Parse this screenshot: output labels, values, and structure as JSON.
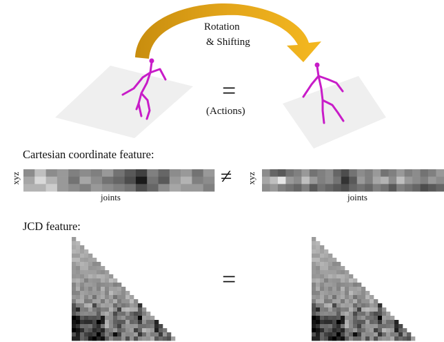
{
  "top": {
    "transform_label_1": "Rotation",
    "transform_label_2": "& Shifting",
    "equals": "=",
    "actions_label": "(Actions)"
  },
  "cartesian": {
    "title": "Cartesian coordinate feature:",
    "row_label": "xyz",
    "col_label": "joints",
    "not_equal": "≠",
    "strip_left": [
      [
        0.55,
        0.75,
        0.55,
        0.6,
        0.5,
        0.55,
        0.5,
        0.6,
        0.45,
        0.35,
        0.25,
        0.5,
        0.4,
        0.55,
        0.6,
        0.45,
        0.6
      ],
      [
        0.65,
        0.85,
        0.7,
        0.6,
        0.45,
        0.65,
        0.55,
        0.45,
        0.4,
        0.3,
        0.1,
        0.45,
        0.35,
        0.6,
        0.7,
        0.5,
        0.55
      ],
      [
        0.7,
        0.7,
        0.8,
        0.6,
        0.55,
        0.5,
        0.6,
        0.55,
        0.5,
        0.45,
        0.3,
        0.4,
        0.55,
        0.65,
        0.6,
        0.6,
        0.5
      ]
    ],
    "strip_right": [
      [
        0.55,
        0.4,
        0.35,
        0.45,
        0.5,
        0.6,
        0.45,
        0.5,
        0.55,
        0.4,
        0.3,
        0.45,
        0.55,
        0.5,
        0.6,
        0.45,
        0.5,
        0.6,
        0.5,
        0.55,
        0.45,
        0.5,
        0.6
      ],
      [
        0.65,
        0.75,
        0.9,
        0.6,
        0.55,
        0.75,
        0.6,
        0.5,
        0.55,
        0.45,
        0.2,
        0.35,
        0.6,
        0.5,
        0.65,
        0.7,
        0.55,
        0.75,
        0.6,
        0.55,
        0.5,
        0.6,
        0.55
      ],
      [
        0.55,
        0.6,
        0.5,
        0.45,
        0.4,
        0.5,
        0.35,
        0.45,
        0.4,
        0.35,
        0.3,
        0.4,
        0.45,
        0.4,
        0.5,
        0.45,
        0.35,
        0.5,
        0.45,
        0.4,
        0.3,
        0.35,
        0.4
      ]
    ]
  },
  "jcd": {
    "title": "JCD feature:",
    "equals": "="
  }
}
